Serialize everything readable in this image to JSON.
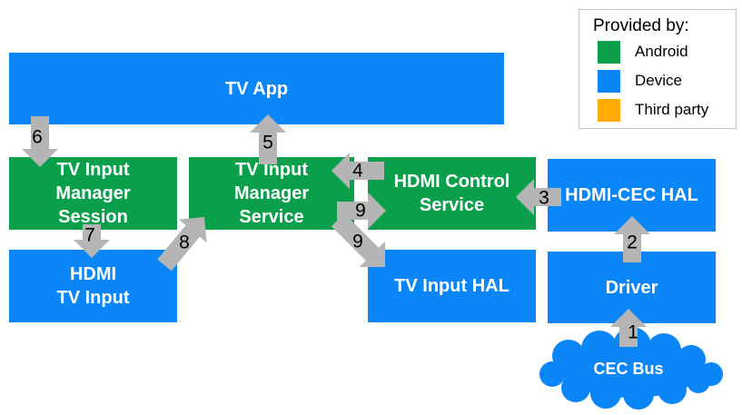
{
  "legend": {
    "title": "Provided by:",
    "items": [
      {
        "label": "Android",
        "color": "#0aa04b"
      },
      {
        "label": "Device",
        "color": "#0b86f8"
      },
      {
        "label": "Third party",
        "color": "#ffab00"
      }
    ]
  },
  "colors": {
    "android_green": "#0aa04b",
    "device_blue": "#0b86f8",
    "third_party_orange": "#ffab00",
    "arrow_gray": "#b5b5b5",
    "box_text": "#ffffff",
    "number_text": "#000000"
  },
  "nodes": [
    {
      "id": "tv-app",
      "label": "TV App",
      "lines": [
        "TV App"
      ],
      "provider": "Device"
    },
    {
      "id": "tv-input-manager-session",
      "label": "TV Input Manager Session",
      "lines": [
        "TV Input",
        "Manager",
        "Session"
      ],
      "provider": "Android"
    },
    {
      "id": "tv-input-manager-service",
      "label": "TV Input Manager Service",
      "lines": [
        "TV Input",
        "Manager",
        "Service"
      ],
      "provider": "Android"
    },
    {
      "id": "hdmi-control-service",
      "label": "HDMI Control Service",
      "lines": [
        "HDMI Control",
        "Service"
      ],
      "provider": "Android"
    },
    {
      "id": "hdmi-cec-hal",
      "label": "HDMI-CEC HAL",
      "lines": [
        "HDMI-CEC HAL"
      ],
      "provider": "Device"
    },
    {
      "id": "hdmi-tv-input",
      "label": "HDMI TV Input",
      "lines": [
        "HDMI",
        "TV Input"
      ],
      "provider": "Device"
    },
    {
      "id": "tv-input-hal",
      "label": "TV Input HAL",
      "lines": [
        "TV Input HAL"
      ],
      "provider": "Device"
    },
    {
      "id": "driver",
      "label": "Driver",
      "lines": [
        "Driver"
      ],
      "provider": "Device"
    }
  ],
  "cloud": {
    "label": "CEC Bus",
    "provider": "Device"
  },
  "arrows": [
    {
      "number": "1",
      "from": "cec-bus",
      "to": "driver"
    },
    {
      "number": "2",
      "from": "driver",
      "to": "hdmi-cec-hal"
    },
    {
      "number": "3",
      "from": "hdmi-cec-hal",
      "to": "hdmi-control-service"
    },
    {
      "number": "4",
      "from": "hdmi-control-service",
      "to": "tv-input-manager-service"
    },
    {
      "number": "5",
      "from": "tv-input-manager-service",
      "to": "tv-app"
    },
    {
      "number": "6",
      "from": "tv-app",
      "to": "tv-input-manager-session"
    },
    {
      "number": "7",
      "from": "tv-input-manager-session",
      "to": "hdmi-tv-input"
    },
    {
      "number": "8",
      "from": "hdmi-tv-input",
      "to": "tv-input-manager-service"
    },
    {
      "number": "9",
      "from": "tv-input-manager-service",
      "to": "hdmi-control-service"
    },
    {
      "number": "9",
      "from": "tv-input-manager-service",
      "to": "tv-input-hal"
    }
  ]
}
